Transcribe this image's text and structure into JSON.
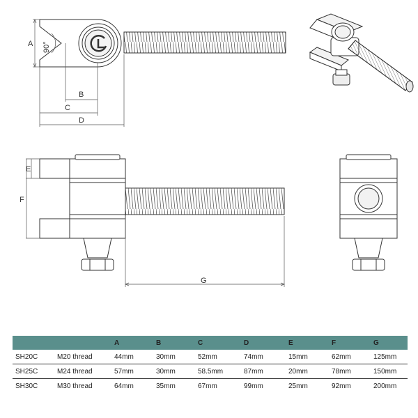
{
  "drawing": {
    "dims": {
      "A": "A",
      "B": "B",
      "C": "C",
      "D": "D",
      "E": "E",
      "F": "F",
      "G": "G",
      "angle": "90°"
    }
  },
  "table": {
    "headers": [
      "",
      "",
      "A",
      "B",
      "C",
      "D",
      "E",
      "F",
      "G"
    ],
    "rows": [
      [
        "SH20C",
        "M20 thread",
        "44mm",
        "30mm",
        "52mm",
        "74mm",
        "15mm",
        "62mm",
        "125mm"
      ],
      [
        "SH25C",
        "M24 thread",
        "57mm",
        "30mm",
        "58.5mm",
        "87mm",
        "20mm",
        "78mm",
        "150mm"
      ],
      [
        "SH30C",
        "M30 thread",
        "64mm",
        "35mm",
        "67mm",
        "99mm",
        "25mm",
        "92mm",
        "200mm"
      ]
    ]
  },
  "colors": {
    "header_bg": "#5a8f8c",
    "line": "#333333"
  }
}
